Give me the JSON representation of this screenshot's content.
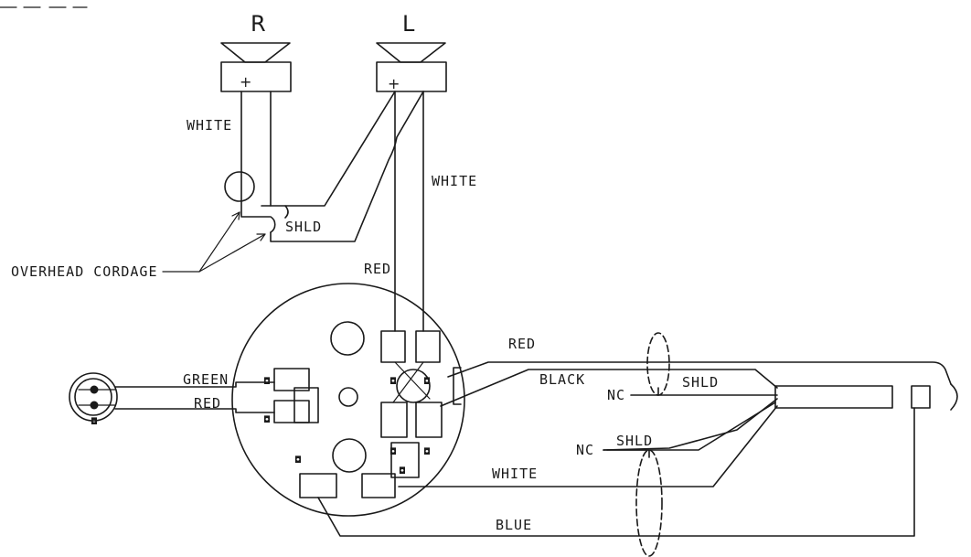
{
  "speakers": {
    "right_label": "R",
    "left_label": "L",
    "terminal_sign": "+"
  },
  "wires": {
    "white": "WHITE",
    "shld": "SHLD",
    "red": "RED",
    "black": "BLACK",
    "blue": "BLUE",
    "green": "GREEN",
    "nc": "NC"
  },
  "callouts": {
    "overhead_cordage": "OVERHEAD CORDAGE"
  }
}
